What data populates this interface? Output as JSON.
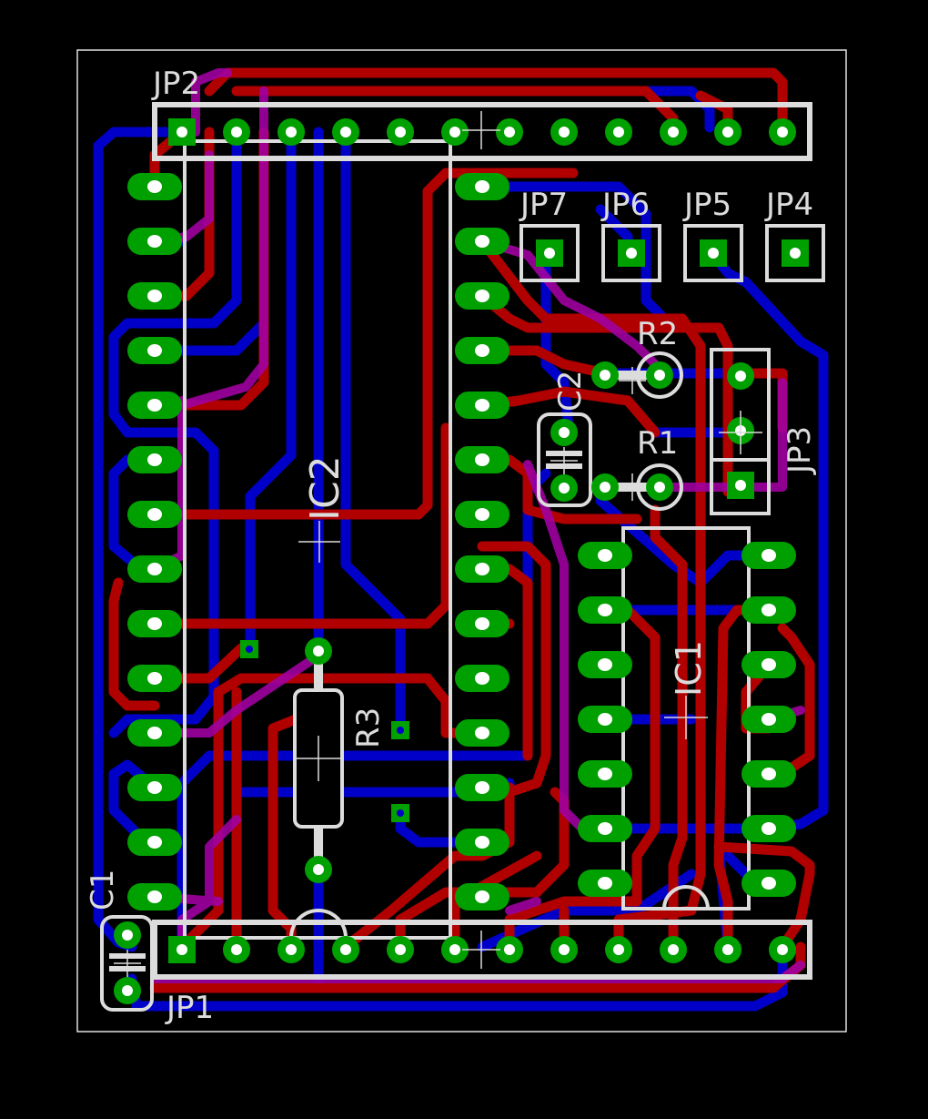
{
  "labels": {
    "jp1": "JP1",
    "jp2": "JP2",
    "jp3": "JP3",
    "jp4": "JP4",
    "jp5": "JP5",
    "jp6": "JP6",
    "jp7": "JP7",
    "ic1": "IC1",
    "ic2": "IC2",
    "r1": "R1",
    "r2": "R2",
    "r3": "R3",
    "c1": "C1",
    "c2": "C2"
  },
  "colors": {
    "background": "#000000",
    "outline": "#e0e0e0",
    "silkscreen": "#dcdcdc",
    "pad": "#00a000",
    "drill": "#ffffff",
    "top_trace": "#b00000",
    "bottom_trace": "#0000c8",
    "overlap_trace": "#a000a0",
    "trace_tint": "#d2b400"
  }
}
